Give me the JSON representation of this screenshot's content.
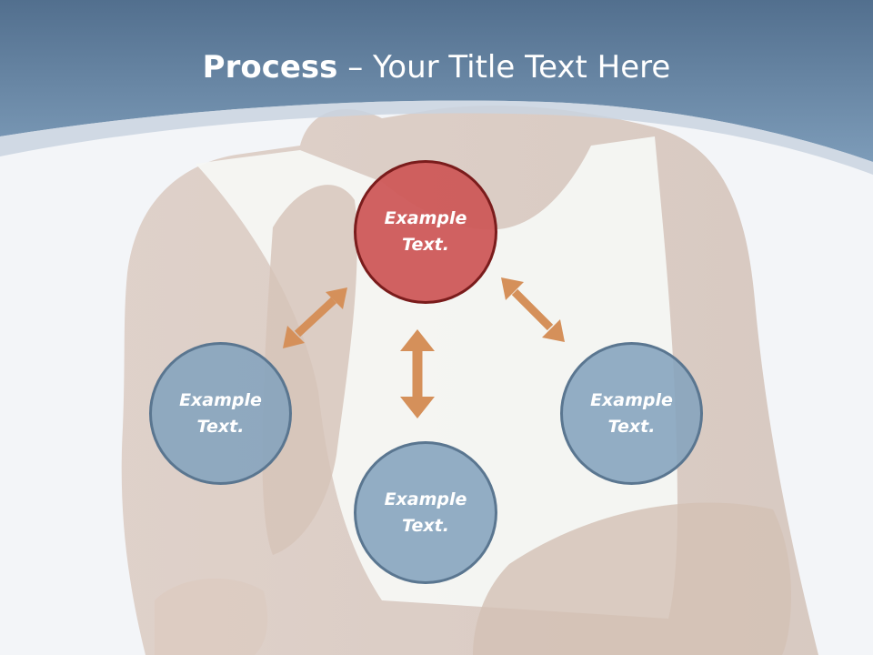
{
  "title": {
    "bold": "Process",
    "separator": " – ",
    "rest": "Your Title Text Here"
  },
  "nodes": {
    "top": {
      "line1": "Example",
      "line2": "Text."
    },
    "left": {
      "line1": "Example",
      "line2": "Text."
    },
    "right": {
      "line1": "Example",
      "line2": "Text."
    },
    "bottom": {
      "line1": "Example",
      "line2": "Text."
    }
  },
  "colors": {
    "header": "#5d7d9c",
    "red_node": "#cd5959",
    "blue_node": "#84a3bd",
    "arrow": "#d5905a"
  }
}
